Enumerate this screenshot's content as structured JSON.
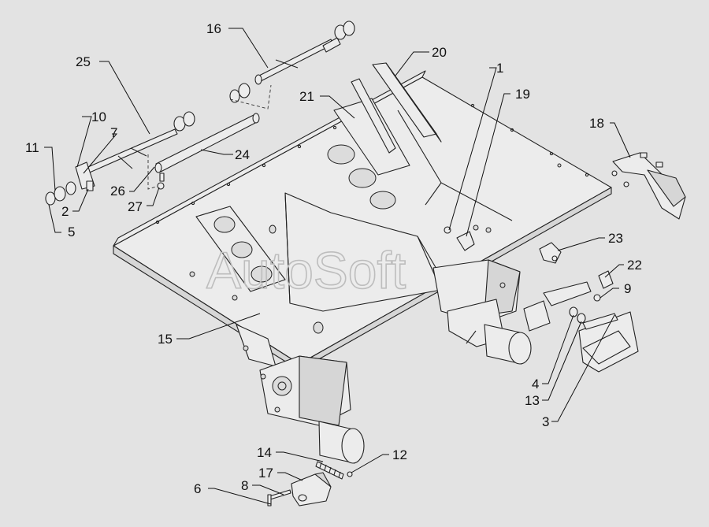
{
  "watermark": "AutoSoft",
  "callouts": [
    "1",
    "2",
    "3",
    "4",
    "5",
    "6",
    "7",
    "8",
    "9",
    "10",
    "11",
    "12",
    "13",
    "14",
    "15",
    "16",
    "17",
    "18",
    "19",
    "20",
    "21",
    "22",
    "23",
    "24",
    "25",
    "26",
    "27"
  ]
}
